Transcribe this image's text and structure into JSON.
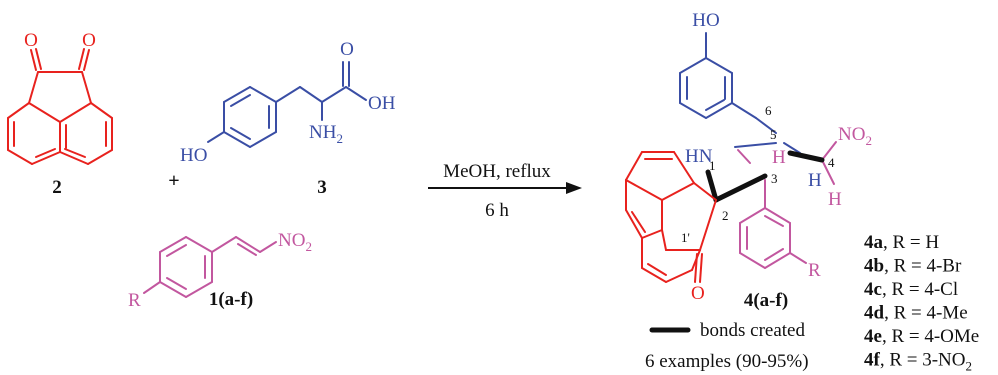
{
  "colors": {
    "acenaphthenequinone": "#e8221e",
    "tyrosine": "#3a4ea5",
    "nitrostyrene": "#c2579f",
    "text": "#111111"
  },
  "reactants": {
    "compound_2": {
      "label": "2",
      "O_left": "O",
      "O_right": "O"
    },
    "plus": "+",
    "compound_3": {
      "label": "3",
      "HO": "HO",
      "OH": "OH",
      "O": "O",
      "NH2_main": "NH",
      "NH2_sub": "2"
    },
    "compound_1": {
      "label": "1(a-f)",
      "NO2_main": "NO",
      "NO2_sub": "2",
      "R": "R"
    }
  },
  "conditions": {
    "top": "MeOH, reflux",
    "bottom": "6 h"
  },
  "product": {
    "label": "4(a-f)",
    "HO": "HO",
    "HN": "HN",
    "N1": "1",
    "C2": "2",
    "C3": "3",
    "C4": "4",
    "C5": "5",
    "C6": "6",
    "C1p": "1'",
    "O": "O",
    "R": "R",
    "H_top": "H",
    "H_mid": "H",
    "H_right": "H",
    "NO2_main": "NO",
    "NO2_sub": "2"
  },
  "legend": {
    "bonds_created": "bonds created",
    "examples": "6 examples (90-95%)"
  },
  "variants": [
    {
      "id": "4a",
      "rest": ", R = H",
      "sub": ""
    },
    {
      "id": "4b",
      "rest": ", R = 4-Br",
      "sub": ""
    },
    {
      "id": "4c",
      "rest": ", R = 4-Cl",
      "sub": ""
    },
    {
      "id": "4d",
      "rest": ", R = 4-Me",
      "sub": ""
    },
    {
      "id": "4e",
      "rest": ", R = 4-OMe",
      "sub": ""
    },
    {
      "id": "4f",
      "rest": ", R = 3-NO",
      "sub": "2"
    }
  ]
}
